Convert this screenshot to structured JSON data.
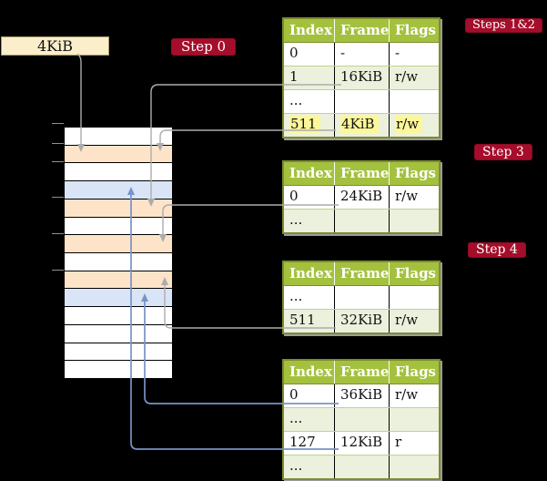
{
  "colors": {
    "bg": "#000000",
    "badge-red": "#a50d2b",
    "table-header": "#a4c13e",
    "table-border": "#7d8c2f",
    "row-shade": "#ebf1dc",
    "row-sep": "#c2d18c",
    "highlight-yellow": "#fdf79b",
    "frame-peach": "#fde4c8",
    "frame-blue": "#d9e5f6",
    "arrow-gray": "#acacac",
    "arrow-blue": "#7793c7",
    "label-cream": "#fbeecb",
    "label-border": "#a79b67",
    "tick-gray": "#8f8f8f",
    "table-shadow": "#9c9c9c"
  },
  "labels": {
    "frame_4kib": "4KiB"
  },
  "badges": {
    "step0": "Step 0",
    "steps12": "Steps 1&2",
    "step3": "Step 3",
    "step4": "Step 4"
  },
  "tables": [
    {
      "id": "page-table-at-4kib",
      "header": [
        "Index",
        "Frame",
        "Flags"
      ],
      "rows": [
        {
          "cells": [
            "0",
            "-",
            "-"
          ],
          "shade": false,
          "highlight": false
        },
        {
          "cells": [
            "1",
            "16KiB",
            "r/w"
          ],
          "shade": true,
          "highlight": false
        },
        {
          "cells": [
            "...",
            "",
            ""
          ],
          "shade": false,
          "highlight": false
        },
        {
          "cells": [
            "511",
            "4KiB",
            "r/w"
          ],
          "shade": true,
          "highlight": true
        }
      ]
    },
    {
      "id": "page-table-at-16kib",
      "header": [
        "Index",
        "Frame",
        "Flags"
      ],
      "rows": [
        {
          "cells": [
            "0",
            "24KiB",
            "r/w"
          ],
          "shade": false,
          "highlight": false
        },
        {
          "cells": [
            "...",
            "",
            ""
          ],
          "shade": true,
          "highlight": false
        }
      ]
    },
    {
      "id": "page-table-at-24kib",
      "header": [
        "Index",
        "Frame",
        "Flags"
      ],
      "rows": [
        {
          "cells": [
            "...",
            "",
            ""
          ],
          "shade": false,
          "highlight": false
        },
        {
          "cells": [
            "511",
            "32KiB",
            "r/w"
          ],
          "shade": true,
          "highlight": false
        }
      ]
    },
    {
      "id": "page-table-at-32kib",
      "header": [
        "Index",
        "Frame",
        "Flags"
      ],
      "rows": [
        {
          "cells": [
            "0",
            "36KiB",
            "r/w"
          ],
          "shade": false,
          "highlight": false
        },
        {
          "cells": [
            "...",
            "",
            ""
          ],
          "shade": true,
          "highlight": false
        },
        {
          "cells": [
            "127",
            "12KiB",
            "r"
          ],
          "shade": false,
          "highlight": false
        },
        {
          "cells": [
            "...",
            "",
            ""
          ],
          "shade": true,
          "highlight": false
        }
      ]
    }
  ],
  "memory": {
    "rows": [
      "white",
      "peach",
      "white",
      "blue",
      "peach",
      "white",
      "peach",
      "white",
      "peach",
      "blue",
      "white",
      "white",
      "white",
      "white"
    ]
  }
}
